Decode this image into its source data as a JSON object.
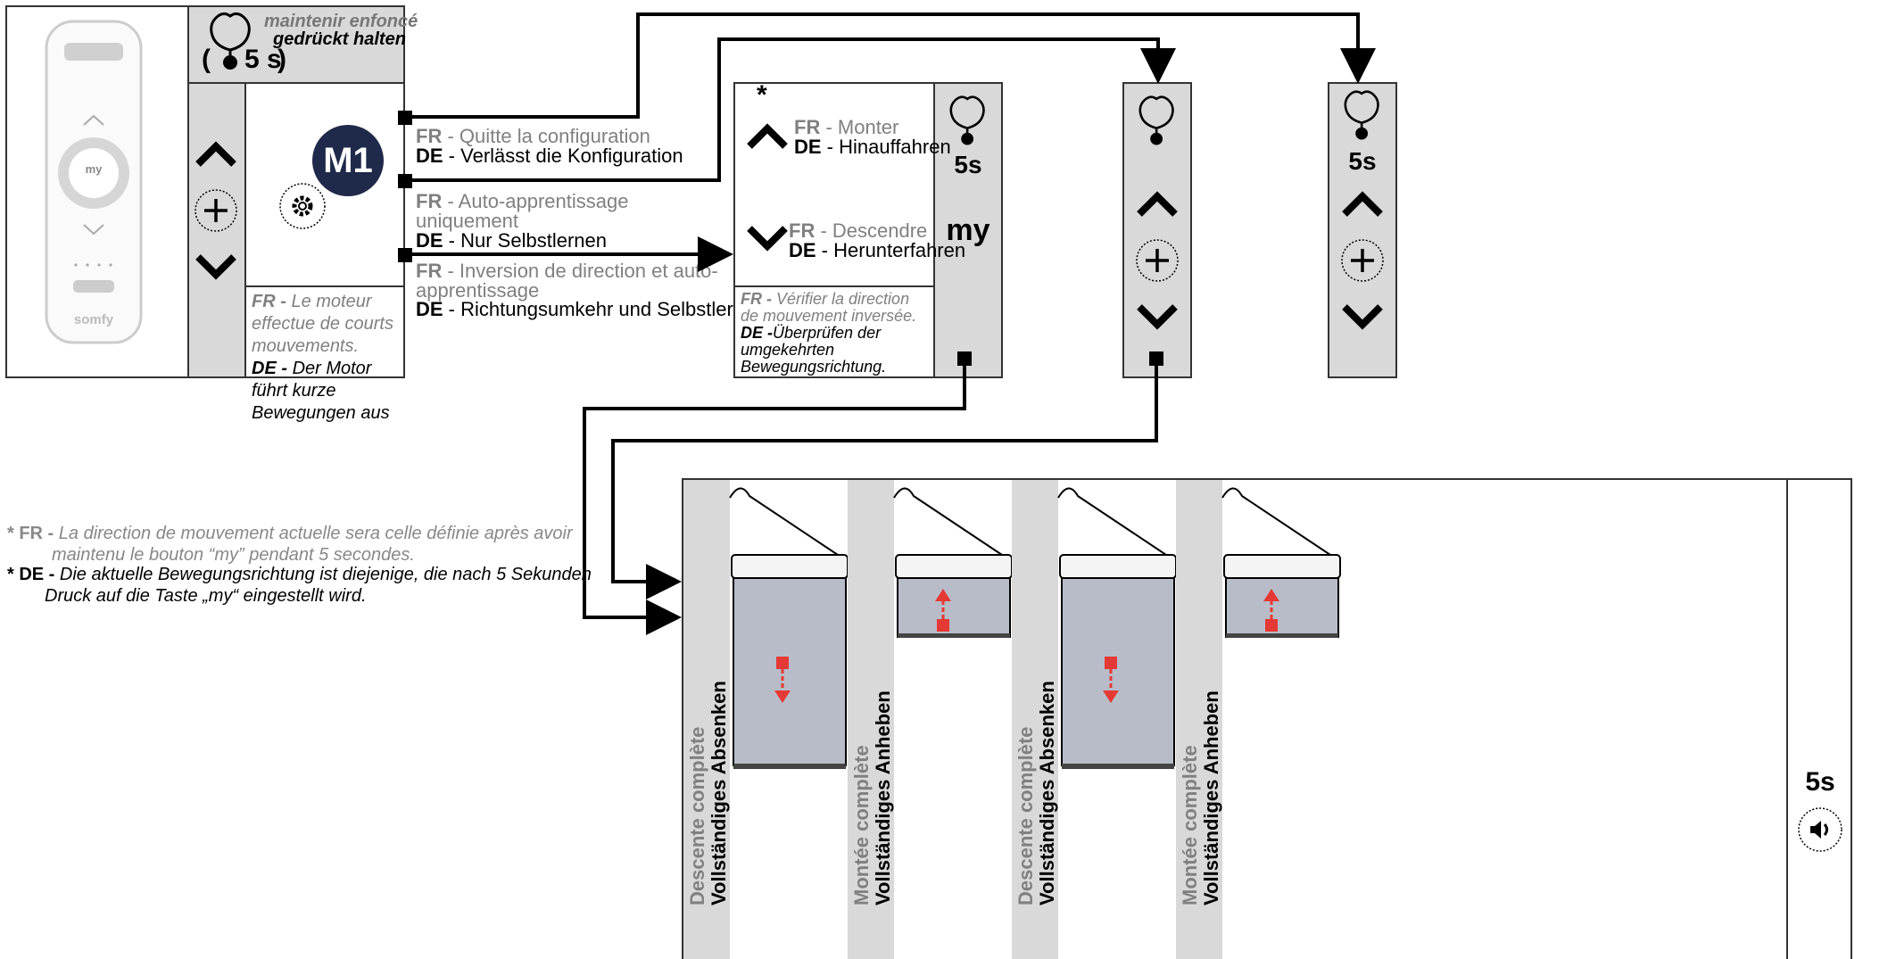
{
  "header": {
    "hold_fr": "maintenir enfoncé",
    "hold_de": "gedrückt halten",
    "hold_duration": "5 s"
  },
  "remote": {
    "my_label": "my",
    "brand": "somfy"
  },
  "m1": {
    "badge": "M1",
    "note_fr_prefix": "FR -",
    "note_fr": "Le moteur effectue de courts mouvements.",
    "note_de_prefix": "DE -",
    "note_de": "Der Motor führt kurze Bewegungen aus"
  },
  "options": [
    {
      "fr_prefix": "FR",
      "fr": "Quitte la configuration",
      "de_prefix": "DE",
      "de": "Verlässt die Konfiguration"
    },
    {
      "fr_prefix": "FR",
      "fr": "Auto-apprentissage",
      "fr2": "uniquement",
      "de_prefix": "DE",
      "de": "Nur Selbstlernen"
    },
    {
      "fr_prefix": "FR",
      "fr": "Inversion de direction et auto-",
      "fr2": "apprentissage",
      "de_prefix": "DE",
      "de": "Richtungsumkehr und Selbstlernen"
    }
  ],
  "direction": {
    "asterisk": "*",
    "up_fr_prefix": "FR",
    "up_fr": "Monter",
    "up_de_prefix": "DE",
    "up_de": "Hinauffahren",
    "down_fr_prefix": "FR",
    "down_fr": "Descendre",
    "down_de_prefix": "DE",
    "down_de": "Herunterfahren",
    "duration": "5s",
    "my_label": "my",
    "verify_fr_prefix": "FR -",
    "verify_fr": "Vérifier la direction de mouvement inversée.",
    "verify_de_prefix": "DE -",
    "verify_de": "Überprüfen der umgekehrten Bewegungsrichtung."
  },
  "panel_right": {
    "duration": "5s"
  },
  "footnote": {
    "fr_prefix": "* FR -",
    "fr_line1": "La direction de mouvement actuelle sera celle définie après avoir",
    "fr_line2": "maintenu le bouton “my” pendant 5 secondes.",
    "de_prefix": "* DE -",
    "de_line1": "Die aktuelle Bewegungsrichtung ist diejenige, die nach 5 Sekunden",
    "de_line2": "Druck auf die Taste „my“ eingestellt wird."
  },
  "sequence": [
    {
      "fr": "Descente complète",
      "de": "Vollständiges Absenken",
      "direction": "down"
    },
    {
      "fr": "Montée complète",
      "de": "Vollständiges Anheben",
      "direction": "up"
    },
    {
      "fr": "Descente complète",
      "de": "Vollständiges Absenken",
      "direction": "down"
    },
    {
      "fr": "Montée complète",
      "de": "Vollständiges Anheben",
      "direction": "up"
    }
  ],
  "sequence_end": {
    "duration": "5s"
  },
  "colors": {
    "navy": "#1f2a4a",
    "grey_panel": "#d9d9d9",
    "fr_text": "#808080",
    "red": "#e53935",
    "blind": "#b8bcc8"
  },
  "icons": [
    "finger-press-icon",
    "chevron-up-icon",
    "chevron-down-icon",
    "plus-icon",
    "gear-icon",
    "speaker-icon"
  ]
}
